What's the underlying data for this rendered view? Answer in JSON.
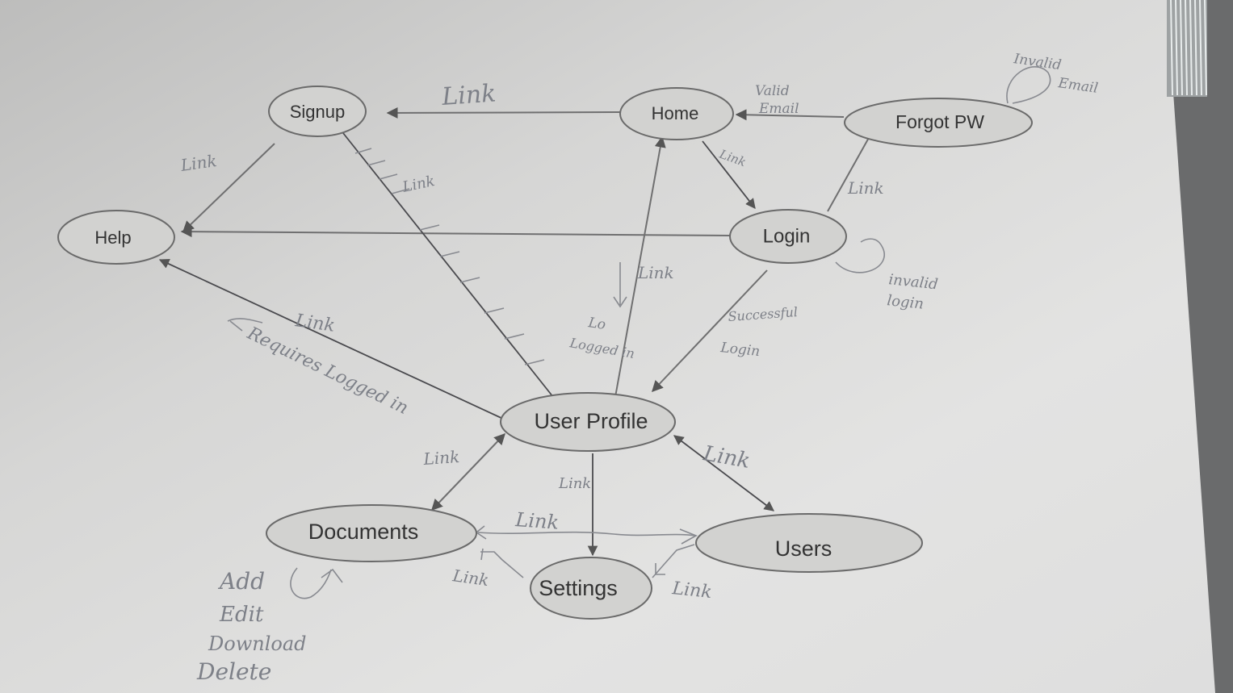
{
  "nodes": {
    "signup": "Signup",
    "home": "Home",
    "forgot_pw": "Forgot PW",
    "help": "Help",
    "login": "Login",
    "user_profile": "User Profile",
    "documents": "Documents",
    "settings": "Settings",
    "users": "Users"
  },
  "edge_labels": {
    "signup_home": "Link",
    "help_signup": "Link",
    "signup_profile": "Link",
    "home_login": "Link",
    "forgot_home_1": "Valid",
    "forgot_home_2": "Email",
    "forgot_self_1": "Invalid",
    "forgot_self_2": "Email",
    "login_forgot": "Link",
    "login_self_1": "invalid",
    "login_self_2": "login",
    "home_profile_1": "Link",
    "home_profile_2": "Lo",
    "home_profile_3": "Logged in",
    "login_profile_1": "Successful",
    "login_profile_2": "Login",
    "help_profile": "Link",
    "requires_logged_in": "Requires Logged in",
    "profile_documents": "Link",
    "profile_settings": "Link",
    "profile_users": "Link",
    "documents_users": "Link",
    "documents_settings": "Link",
    "settings_users": "Link"
  },
  "documents_actions": [
    "Add",
    "Edit",
    "Download",
    "Delete"
  ]
}
